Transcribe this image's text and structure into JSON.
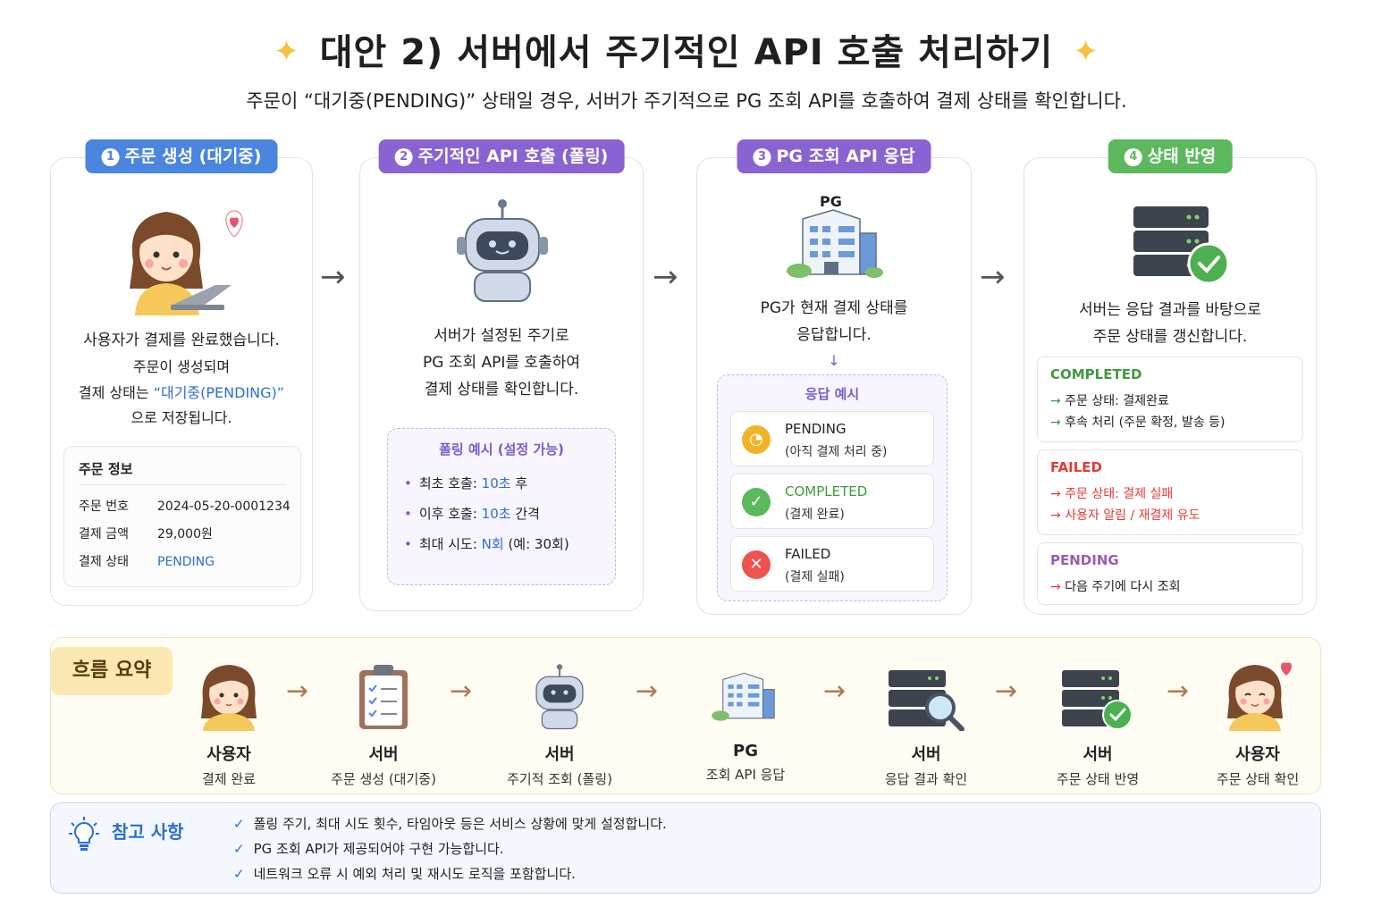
{
  "header": {
    "title": "대안 2) 서버에서 주기적인 API 호출 처리하기",
    "subtitle": "주문이 “대기중(PENDING)” 상태일 경우, 서버가 주기적으로 PG 조회 API를 호출하여 결제 상태를 확인합니다."
  },
  "colors": {
    "blue": "#4a86e0",
    "purple": "#8a63d2",
    "green": "#5cb85c",
    "red": "#e53935",
    "orange": "#f0b429"
  },
  "step1": {
    "num": "1",
    "label": "주문 생성 (대기중)",
    "line1": "사용자가 결제를 완료했습니다.",
    "line2": "주문이 생성되며",
    "line3_pre": "결제 상태는 ",
    "line3_em": "“대기중(PENDING)”",
    "line4": "으로 저장됩니다.",
    "info": {
      "title": "주문 정보",
      "rows": [
        {
          "k": "주문 번호",
          "v": "2024-05-20-0001234"
        },
        {
          "k": "결제 금액",
          "v": "29,000원"
        },
        {
          "k": "결제 상태",
          "v": "PENDING"
        }
      ]
    }
  },
  "step2": {
    "num": "2",
    "label": "주기적인 API 호출 (폴링)",
    "line1": "서버가 설정된 주기로",
    "line2": "PG 조회 API를 호출하여",
    "line3": "결제 상태를 확인합니다.",
    "poll": {
      "title": "폴링 예시 (설정 가능)",
      "items": [
        {
          "pre": "최초 호출: ",
          "val": "10초",
          "post": " 후"
        },
        {
          "pre": "이후 호출: ",
          "val": "10초",
          "post": " 간격"
        },
        {
          "pre": "최대 시도: ",
          "val": "N회",
          "post": " (예: 30회)"
        }
      ]
    }
  },
  "step3": {
    "num": "3",
    "label": "PG 조회 API 응답",
    "pg_label": "PG",
    "line1": "PG가 현재 결제 상태를",
    "line2": "응답합니다.",
    "resp": {
      "title": "응답 예시",
      "items": [
        {
          "k": "PENDING",
          "v": "(아직 결제 처리 중)"
        },
        {
          "k": "COMPLETED",
          "v": "(결제 완료)"
        },
        {
          "k": "FAILED",
          "v": "(결제 실패)"
        }
      ]
    }
  },
  "step4": {
    "num": "4",
    "label": "상태 반영",
    "line1": "서버는 응답 결과를 바탕으로",
    "line2": "주문 상태를 갱신합니다.",
    "results": [
      {
        "k": "COMPLETED",
        "lines": [
          "주문 상태: 결제완료",
          "후속 처리 (주문 확정, 발송 등)"
        ]
      },
      {
        "k": "FAILED",
        "lines": [
          "주문 상태: 결제 실패",
          "사용자 알림 / 재결제 유도"
        ]
      },
      {
        "k": "PENDING",
        "lines": [
          "다음 주기에 다시 조회"
        ]
      }
    ]
  },
  "flow": {
    "tag": "흐름 요약",
    "steps": [
      {
        "t": "사용자",
        "s": "결제 완료"
      },
      {
        "t": "서버",
        "s": "주문 생성 (대기중)"
      },
      {
        "t": "서버",
        "s": "주기적 조회 (폴링)"
      },
      {
        "t": "PG",
        "s": "조회 API 응답"
      },
      {
        "t": "서버",
        "s": "응답 결과 확인"
      },
      {
        "t": "서버",
        "s": "주문 상태 반영"
      },
      {
        "t": "사용자",
        "s": "주문 상태 확인"
      }
    ]
  },
  "note": {
    "title": "참고 사항",
    "items": [
      "폴링 주기, 최대 시도 횟수, 타임아웃 등은 서비스 상황에 맞게 설정합니다.",
      "PG 조회 API가 제공되어야 구현 가능합니다.",
      "네트워크 오류 시 예외 처리 및 재시도 로직을 포함합니다."
    ]
  }
}
